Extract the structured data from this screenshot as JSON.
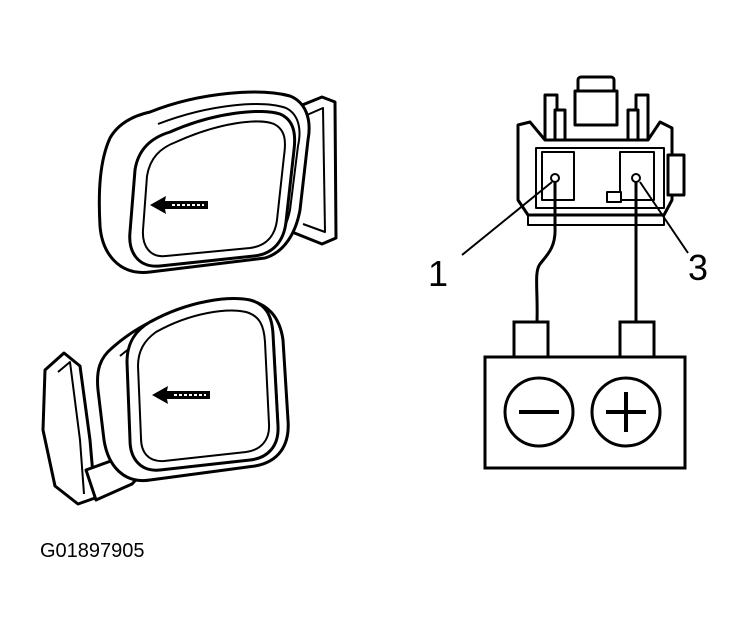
{
  "figure_code": "G01897905",
  "callouts": {
    "pin_1": "1",
    "pin_3": "3"
  },
  "battery": {
    "negative_symbol": "minus",
    "positive_symbol": "plus"
  },
  "colors": {
    "ink": "#000000",
    "paper": "#ffffff"
  }
}
